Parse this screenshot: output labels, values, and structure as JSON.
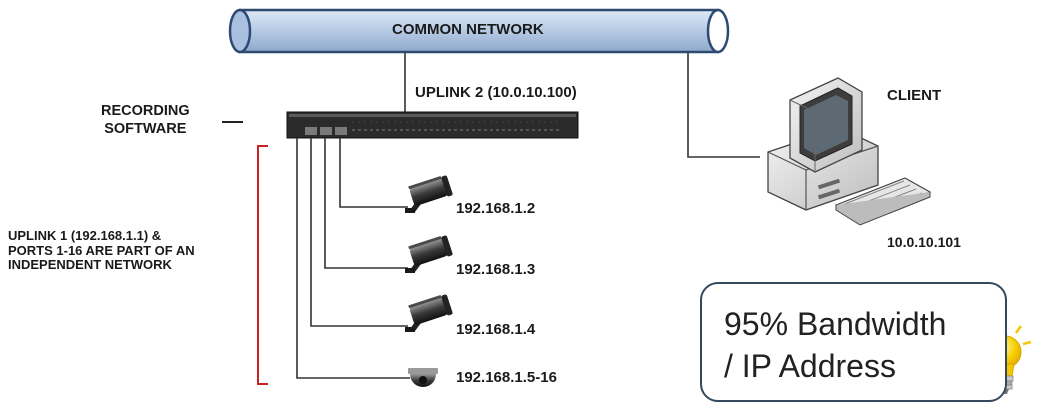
{
  "network": {
    "label": "COMMON NETWORK"
  },
  "switch": {
    "uplink2_label": "UPLINK 2 (10.0.10.100)"
  },
  "recording": {
    "line1": "RECORDING",
    "line2": "SOFTWARE"
  },
  "client": {
    "label": "CLIENT",
    "ip": "10.0.10.101"
  },
  "cameras": [
    {
      "ip": "192.168.1.2"
    },
    {
      "ip": "192.168.1.3"
    },
    {
      "ip": "192.168.1.4"
    },
    {
      "ip": "192.168.1.5-16"
    }
  ],
  "independent": {
    "line1": "UPLINK 1 (192.168.1.1)  &",
    "line2": "PORTS 1-16 ARE PART OF AN",
    "line3": "INDEPENDENT NETWORK"
  },
  "callout": {
    "line1": "95% Bandwidth",
    "line2": "/ IP Address"
  },
  "colors": {
    "pipe_fill": "#b9cde6",
    "pipe_stroke": "#2e4a73",
    "bracket": "#cc2222",
    "wire": "#333333",
    "switch_body": "#2b2b2b",
    "bulb": "#f7c600"
  }
}
